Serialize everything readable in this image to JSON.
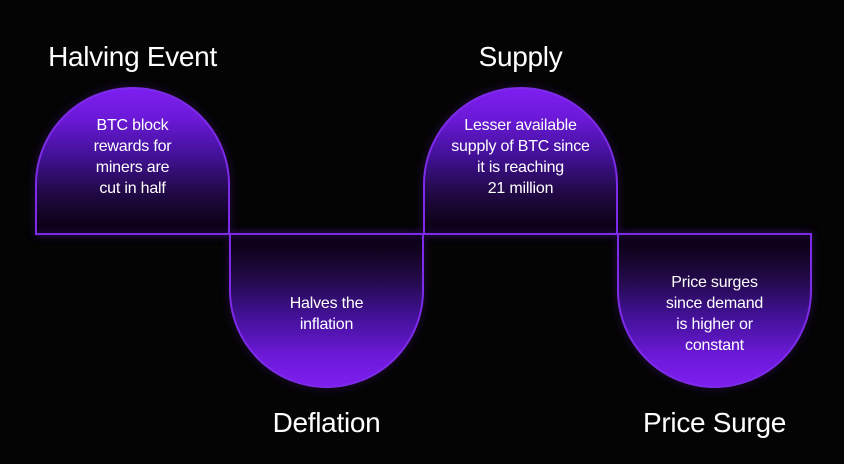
{
  "diagram": {
    "colors": {
      "background": "#040404",
      "accent": "#7d2be8",
      "bright_purple": "#7d1ef0",
      "dark_purple": "#0a0214",
      "text": "#ffffff"
    },
    "sections": [
      {
        "id": "halving-event",
        "title": "Halving Event",
        "body": "BTC block\nrewards for\nminers are\ncut in half",
        "position": "above"
      },
      {
        "id": "deflation",
        "title": "Deflation",
        "body": "Halves the\ninflation",
        "position": "below"
      },
      {
        "id": "supply",
        "title": "Supply",
        "body": "Lesser available\nsupply of BTC since\nit is reaching\n21 million",
        "position": "above"
      },
      {
        "id": "price-surge",
        "title": "Price Surge",
        "body": "Price surges\nsince demand\nis higher or\nconstant",
        "position": "below"
      }
    ]
  }
}
